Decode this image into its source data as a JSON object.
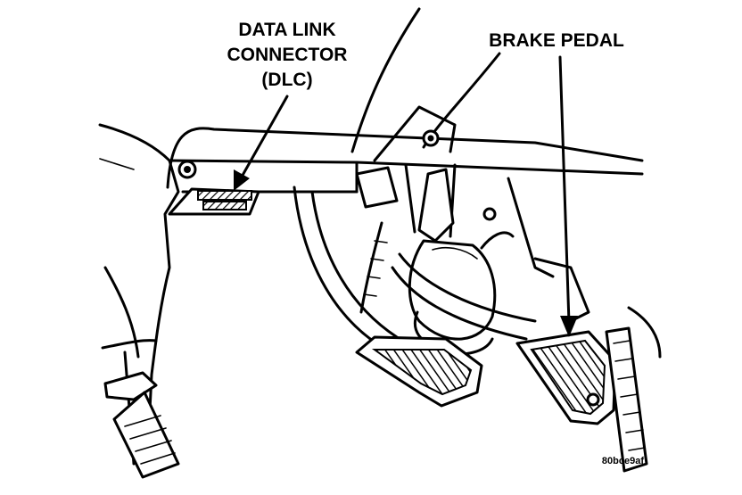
{
  "callouts": {
    "dlc": {
      "line1": "DATA LINK",
      "line2": "CONNECTOR",
      "line3": "(DLC)"
    },
    "brake": {
      "label": "BRAKE PEDAL"
    }
  },
  "figure_id": "80bce9af"
}
